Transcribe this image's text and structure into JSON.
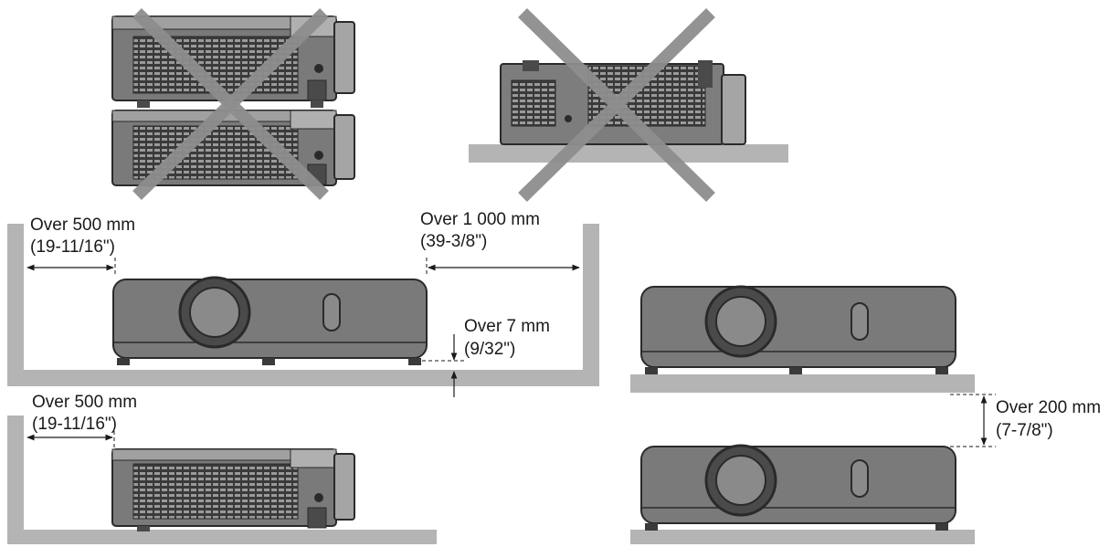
{
  "labels": {
    "top_left_clearance": {
      "line1": "Over 500 mm",
      "line2": "(19-11/16\")"
    },
    "top_right_clearance": {
      "line1": "Over 1 000 mm",
      "line2": "(39-3/8\")"
    },
    "bottom_gap": {
      "line1": "Over 7 mm",
      "line2": "(9/32\")"
    },
    "side_clearance": {
      "line1": "Over 500 mm",
      "line2": "(19-11/16\")"
    },
    "stack_gap": {
      "line1": "Over 200 mm",
      "line2": "(7-7/8\")"
    }
  },
  "colors": {
    "body_dark": "#6e6e6e",
    "body_light": "#8f8f8f",
    "surface": "#b4b4b4",
    "cross": "#8e8e8e",
    "line": "#1a1a1a"
  },
  "icons": {
    "prohibited_mark": "cross",
    "dimension_arrows": "double-headed arrow"
  }
}
